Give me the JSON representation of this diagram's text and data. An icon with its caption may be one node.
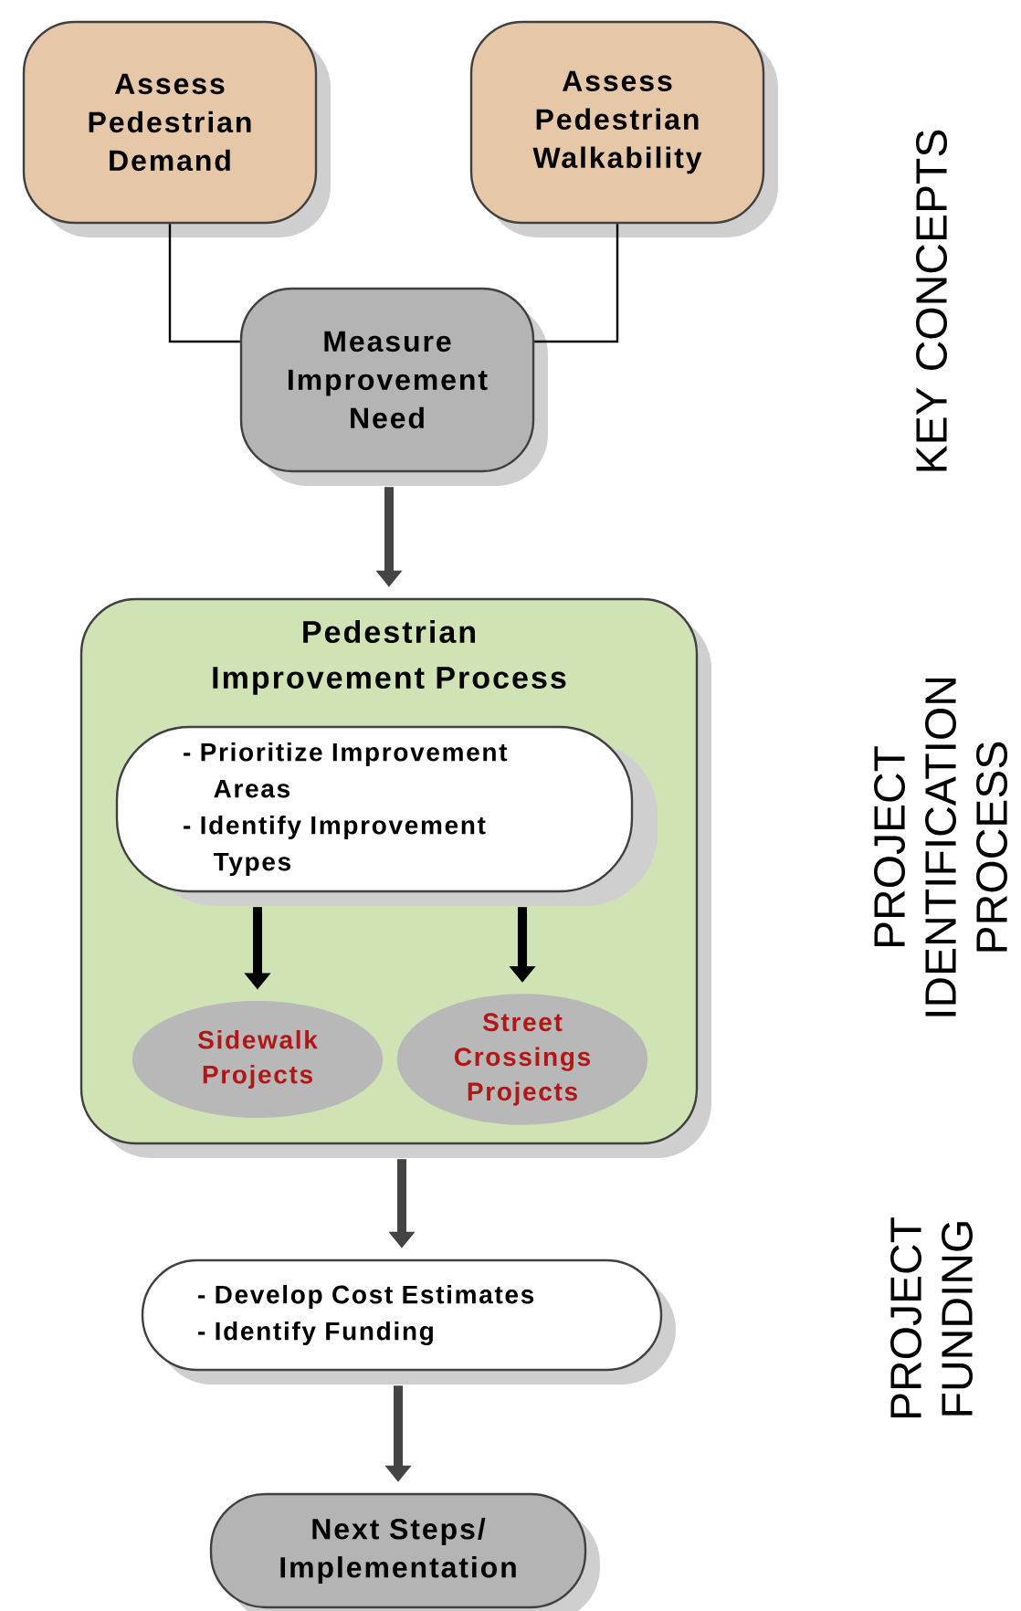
{
  "diagram": {
    "nodes": [
      {
        "text": [
          "Assess Pedestrian Demand"
        ]
      },
      {
        "text": [
          "Assess Pedestrian Walkability"
        ]
      },
      {
        "text": [
          "Measure Improvement Need"
        ]
      },
      {
        "text": [
          "Pedestrian Improvement Process"
        ]
      },
      {
        "text": [
          "- Prioritize Improvement Areas",
          "- Identify Improvement Types"
        ],
        "in": 3
      },
      {
        "text": [
          "Sidewalk Projects"
        ],
        "in": 3
      },
      {
        "text": [
          "Street Crossings Projects"
        ],
        "in": 3
      },
      {
        "text": [
          "- Develop Cost Estimates",
          "- Identify Funding"
        ]
      },
      {
        "text": [
          "Next Steps/ Implementation"
        ]
      }
    ],
    "edges": [
      {
        "from": 0,
        "to": 2,
        "arrow": "none"
      },
      {
        "from": 1,
        "to": 2,
        "arrow": "none"
      },
      {
        "from": 2,
        "to": 3,
        "arrow": "to",
        "color": "#444444"
      },
      {
        "from": 4,
        "to": 5,
        "arrow": "to"
      },
      {
        "from": 4,
        "to": 6,
        "arrow": "to"
      },
      {
        "from": 3,
        "to": 7,
        "arrow": "to",
        "color": "#444444"
      },
      {
        "from": 7,
        "to": 8,
        "arrow": "to",
        "color": "#444444"
      }
    ],
    "labels": [
      "KEY CONCEPTS",
      "PROJECT IDENTIFICATION PROCESS",
      "PROJECT FUNDING"
    ]
  }
}
